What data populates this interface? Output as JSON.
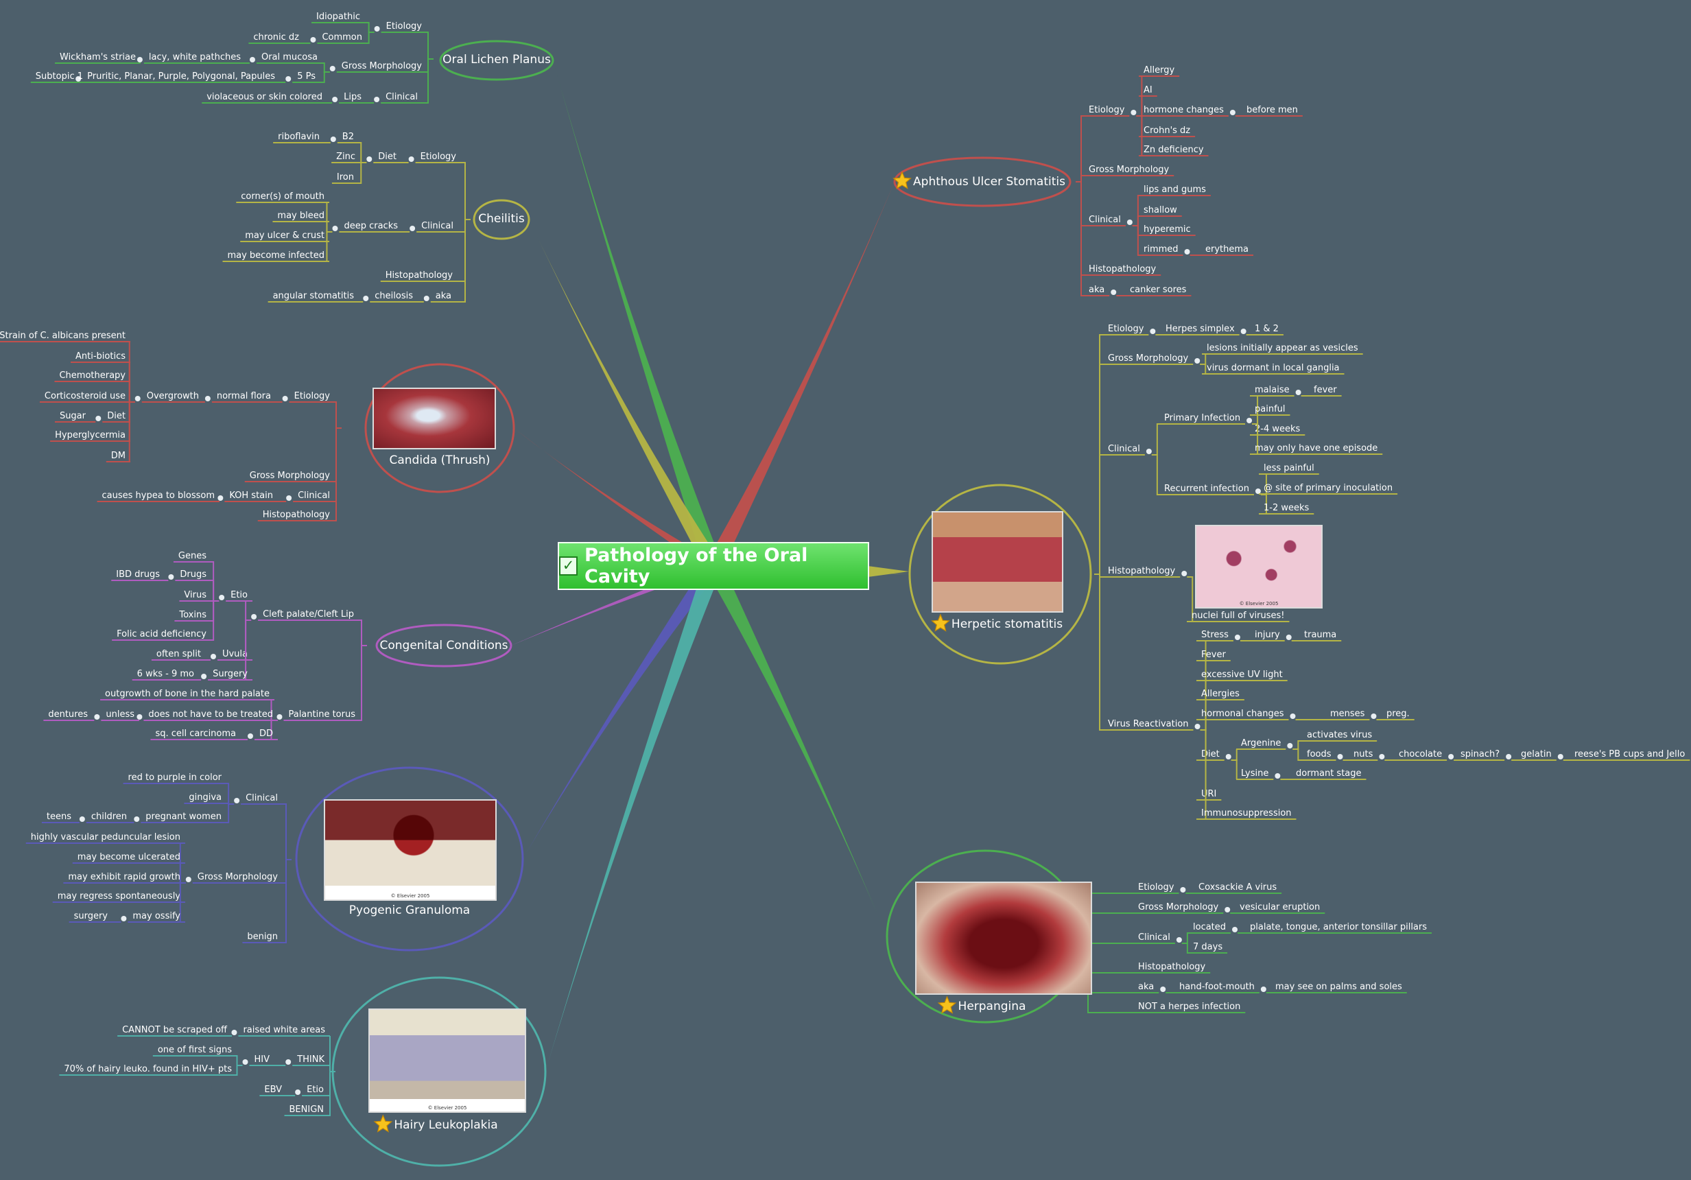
{
  "root": {
    "title": "Pathology of the Oral Cavity"
  },
  "icons": [
    "check-icon",
    "star-icon"
  ],
  "colors": {
    "background": "#4d5f6b",
    "root_fill": "#3dcc3d",
    "text": "#ffffff"
  },
  "topics": [
    {
      "id": "olp",
      "label": "Oral Lichen Planus",
      "color": "#4caf50",
      "starred": false,
      "children": [
        {
          "label": "Etiology",
          "children": [
            {
              "label": "Idiopathic"
            },
            {
              "label": "Common",
              "children": [
                {
                  "label": "chronic dz"
                }
              ]
            }
          ]
        },
        {
          "label": "Gross Morphology",
          "children": [
            {
              "label": "Oral mucosa",
              "children": [
                {
                  "label": "lacy, white pathches",
                  "children": [
                    {
                      "label": "Wickham's striae"
                    }
                  ]
                }
              ]
            },
            {
              "label": "5 Ps",
              "children": [
                {
                  "label": "Pruritic, Planar, Purple, Polygonal, Papules",
                  "children": [
                    {
                      "label": "Subtopic 1"
                    }
                  ]
                }
              ]
            }
          ]
        },
        {
          "label": "Clinical",
          "children": [
            {
              "label": "Lips",
              "children": [
                {
                  "label": "violaceous or skin colored"
                }
              ]
            }
          ]
        }
      ]
    },
    {
      "id": "cheilitis",
      "label": "Cheilitis",
      "color": "#b5b545",
      "starred": false,
      "children": [
        {
          "label": "Etiology",
          "children": [
            {
              "label": "Diet",
              "children": [
                {
                  "label": "B2",
                  "children": [
                    {
                      "label": "riboflavin"
                    }
                  ]
                },
                {
                  "label": "Zinc"
                },
                {
                  "label": "Iron"
                }
              ]
            }
          ]
        },
        {
          "label": "Clinical",
          "children": [
            {
              "label": "deep cracks",
              "children": [
                {
                  "label": "corner(s) of mouth"
                },
                {
                  "label": "may bleed"
                },
                {
                  "label": "may ulcer & crust"
                },
                {
                  "label": "may become infected"
                }
              ]
            }
          ]
        },
        {
          "label": "Histopathology"
        },
        {
          "label": "aka",
          "children": [
            {
              "label": "cheilosis",
              "children": [
                {
                  "label": "angular stomatitis"
                }
              ]
            }
          ]
        }
      ]
    },
    {
      "id": "candida",
      "label": "Candida (Thrush)",
      "color": "#c0504d",
      "starred": false,
      "image": "oral candida photo",
      "children": [
        {
          "label": "Etiology",
          "children": [
            {
              "label": "normal flora",
              "children": [
                {
                  "label": "Overgrowth",
                  "children": [
                    {
                      "label": "Strain of C. albicans present"
                    },
                    {
                      "label": "Anti-biotics"
                    },
                    {
                      "label": "Chemotherapy"
                    },
                    {
                      "label": "Corticosteroid use"
                    },
                    {
                      "label": "Diet",
                      "children": [
                        {
                          "label": "Sugar"
                        }
                      ]
                    },
                    {
                      "label": "Hyperglycermia"
                    },
                    {
                      "label": "DM"
                    }
                  ]
                }
              ]
            }
          ]
        },
        {
          "label": "Gross Morphology"
        },
        {
          "label": "Clinical",
          "children": [
            {
              "label": "KOH stain",
              "children": [
                {
                  "label": "causes hypea to blossom"
                }
              ]
            }
          ]
        },
        {
          "label": "Histopathology"
        }
      ]
    },
    {
      "id": "congenital",
      "label": "Congenital Conditions",
      "color": "#b05cc0",
      "starred": false,
      "children": [
        {
          "label": "Cleft palate/Cleft Lip",
          "children": [
            {
              "label": "Etio",
              "children": [
                {
                  "label": "Genes"
                },
                {
                  "label": "Drugs",
                  "children": [
                    {
                      "label": "IBD drugs"
                    }
                  ]
                },
                {
                  "label": "Virus"
                },
                {
                  "label": "Toxins"
                },
                {
                  "label": "Folic acid deficiency"
                }
              ]
            },
            {
              "label": "Uvula",
              "children": [
                {
                  "label": "often split"
                }
              ]
            },
            {
              "label": "Surgery",
              "children": [
                {
                  "label": "6 wks - 9 mo"
                }
              ]
            }
          ]
        },
        {
          "label": "Palantine torus",
          "children": [
            {
              "label": "outgrowth of bone in the hard palate"
            },
            {
              "label": "does not have to be treated",
              "children": [
                {
                  "label": "unless",
                  "children": [
                    {
                      "label": "dentures"
                    }
                  ]
                }
              ]
            },
            {
              "label": "DD",
              "children": [
                {
                  "label": "sq. cell carcinoma"
                }
              ]
            }
          ]
        }
      ]
    },
    {
      "id": "pyogenic",
      "label": "Pyogenic Granuloma",
      "color": "#5a5ab8",
      "starred": false,
      "image": "pyogenic granuloma photo",
      "copyright": "© Elsevier 2005",
      "children": [
        {
          "label": "Clinical",
          "children": [
            {
              "label": "red to purple in color"
            },
            {
              "label": "gingiva"
            },
            {
              "label": "pregnant women",
              "children": [
                {
                  "label": "children",
                  "children": [
                    {
                      "label": "teens"
                    }
                  ]
                }
              ]
            }
          ]
        },
        {
          "label": "Gross Morphology",
          "children": [
            {
              "label": "highly vascular peduncular lesion"
            },
            {
              "label": "may become ulcerated"
            },
            {
              "label": "may exhibit rapid growth"
            },
            {
              "label": "may regress spontaneously"
            },
            {
              "label": "may ossify",
              "children": [
                {
                  "label": "surgery"
                }
              ]
            }
          ]
        },
        {
          "label": "benign"
        }
      ]
    },
    {
      "id": "hairy",
      "label": "Hairy Leukoplakia",
      "color": "#4fb0a8",
      "starred": true,
      "image": "hairy leukoplakia photo",
      "copyright": "© Elsevier 2005",
      "children": [
        {
          "label": "raised white areas",
          "children": [
            {
              "label": "CANNOT be scraped off"
            }
          ]
        },
        {
          "label": "THINK",
          "children": [
            {
              "label": "HIV",
              "children": [
                {
                  "label": "one of first signs"
                },
                {
                  "label": "70% of hairy leuko. found in HIV+ pts"
                }
              ]
            }
          ]
        },
        {
          "label": "Etio",
          "children": [
            {
              "label": "EBV"
            }
          ]
        },
        {
          "label": "BENIGN"
        }
      ]
    },
    {
      "id": "aphthous",
      "label": "Aphthous Ulcer Stomatitis",
      "color": "#c0504d",
      "starred": true,
      "children": [
        {
          "label": "Etiology",
          "children": [
            {
              "label": "Allergy"
            },
            {
              "label": "AI"
            },
            {
              "label": "hormone changes",
              "children": [
                {
                  "label": "before men"
                }
              ]
            },
            {
              "label": "Crohn's dz"
            },
            {
              "label": "Zn deficiency"
            }
          ]
        },
        {
          "label": "Gross Morphology"
        },
        {
          "label": "Clinical",
          "children": [
            {
              "label": "lips and gums"
            },
            {
              "label": "shallow"
            },
            {
              "label": "hyperemic"
            },
            {
              "label": "rimmed",
              "children": [
                {
                  "label": "erythema"
                }
              ]
            }
          ]
        },
        {
          "label": "Histopathology"
        },
        {
          "label": "aka",
          "children": [
            {
              "label": "canker sores"
            }
          ]
        }
      ]
    },
    {
      "id": "herpetic",
      "label": "Herpetic stomatitis",
      "color": "#b5b545",
      "starred": true,
      "image": "herpetic lip lesion photo",
      "children": [
        {
          "label": "Etiology",
          "children": [
            {
              "label": "Herpes simplex",
              "children": [
                {
                  "label": "1 & 2"
                }
              ]
            }
          ]
        },
        {
          "label": "Gross Morphology",
          "children": [
            {
              "label": "lesions initially appear as vesicles"
            },
            {
              "label": "virus dormant in local ganglia"
            }
          ]
        },
        {
          "label": "Clinical",
          "children": [
            {
              "label": "Primary Infection",
              "children": [
                {
                  "label": "malaise",
                  "children": [
                    {
                      "label": "fever"
                    }
                  ]
                },
                {
                  "label": "painful"
                },
                {
                  "label": "2-4 weeks"
                },
                {
                  "label": "may only have one episode"
                }
              ]
            },
            {
              "label": "Recurrent infection",
              "children": [
                {
                  "label": "less painful"
                },
                {
                  "label": "@ site of primary inoculation"
                },
                {
                  "label": "1-2 weeks"
                }
              ]
            }
          ]
        },
        {
          "label": "Histopathology",
          "image": "histology photo",
          "copyright": "© Elsevier 2005",
          "children": [
            {
              "label": "nuclei full of viruses!"
            }
          ]
        },
        {
          "label": "Virus Reactivation",
          "children": [
            {
              "label": "Stress",
              "children": [
                {
                  "label": "injury",
                  "children": [
                    {
                      "label": "trauma"
                    }
                  ]
                }
              ]
            },
            {
              "label": "Fever"
            },
            {
              "label": "excessive UV light"
            },
            {
              "label": "Allergies"
            },
            {
              "label": "hormonal changes",
              "children": [
                {
                  "label": "menses",
                  "children": [
                    {
                      "label": "preg."
                    }
                  ]
                }
              ]
            },
            {
              "label": "Diet",
              "children": [
                {
                  "label": "Argenine",
                  "children": [
                    {
                      "label": "activates virus"
                    },
                    {
                      "label": "foods",
                      "children": [
                        {
                          "label": "nuts",
                          "children": [
                            {
                              "label": "chocolate",
                              "children": [
                                {
                                  "label": "spinach?",
                                  "children": [
                                    {
                                      "label": "gelatin",
                                      "children": [
                                        {
                                          "label": "reese's PB cups and Jello"
                                        }
                                      ]
                                    }
                                  ]
                                }
                              ]
                            }
                          ]
                        }
                      ]
                    }
                  ]
                },
                {
                  "label": "Lysine",
                  "children": [
                    {
                      "label": "dormant stage"
                    }
                  ]
                }
              ]
            },
            {
              "label": "URI"
            },
            {
              "label": "Immunosuppression"
            }
          ]
        }
      ]
    },
    {
      "id": "herpangina",
      "label": "Herpangina",
      "color": "#4caf50",
      "starred": true,
      "image": "herpangina throat photo",
      "children": [
        {
          "label": "Etiology",
          "children": [
            {
              "label": "Coxsackie A virus"
            }
          ]
        },
        {
          "label": "Gross Morphology",
          "children": [
            {
              "label": "vesicular eruption"
            }
          ]
        },
        {
          "label": "Clinical",
          "children": [
            {
              "label": "located",
              "children": [
                {
                  "label": "plalate, tongue, anterior tonsillar pillars"
                }
              ]
            },
            {
              "label": "7 days"
            }
          ]
        },
        {
          "label": "Histopathology"
        },
        {
          "label": "aka",
          "children": [
            {
              "label": "hand-foot-mouth",
              "children": [
                {
                  "label": "may see on palms and soles"
                }
              ]
            }
          ]
        },
        {
          "label": "NOT a herpes infection"
        }
      ]
    }
  ]
}
